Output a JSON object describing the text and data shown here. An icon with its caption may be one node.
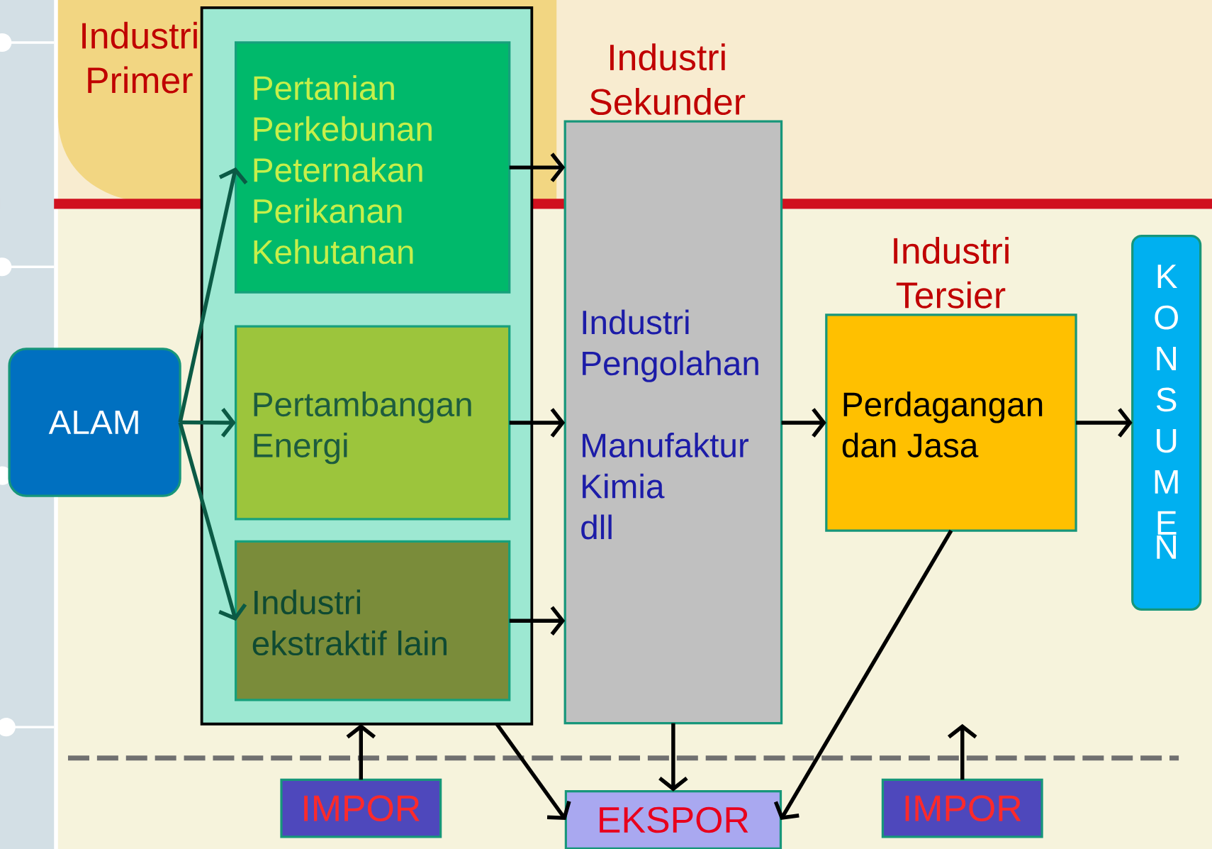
{
  "diagram": {
    "nodes": [
      {
        "text": [
          "Industri Primer"
        ]
      },
      {
        "text": [
          "Pertanian",
          "Perkebunan",
          "Peternakan",
          "Perikanan",
          "Kehutanan"
        ],
        "in": 0
      },
      {
        "text": [
          "Pertambangan",
          "Energi"
        ],
        "in": 0
      },
      {
        "text": [
          "Industri ekstraktif lain"
        ],
        "in": 0
      },
      {
        "text": [
          "Industri Sekunder",
          "Industri Pengolahan",
          "Manufaktur",
          "Kimia",
          "dll"
        ]
      },
      {
        "text": [
          "Industri Tersier",
          "Perdagangan dan Jasa"
        ]
      },
      {
        "text": [
          "ALAM"
        ]
      },
      {
        "text": [
          "KONSUMEN"
        ]
      },
      {
        "text": [
          "IMPOR"
        ]
      },
      {
        "text": [
          "EKSPOR"
        ]
      },
      {
        "text": [
          "IMPOR"
        ]
      }
    ],
    "edges": [
      {
        "from": 6,
        "to": 1,
        "arrow": "to",
        "color": "#0b5a45"
      },
      {
        "from": 6,
        "to": 2,
        "arrow": "to",
        "color": "#0b5a45"
      },
      {
        "from": 6,
        "to": 3,
        "arrow": "to",
        "color": "#0b5a45"
      },
      {
        "from": 1,
        "to": 4,
        "arrow": "to"
      },
      {
        "from": 2,
        "to": 4,
        "arrow": "to"
      },
      {
        "from": 3,
        "to": 4,
        "arrow": "to"
      },
      {
        "from": 4,
        "to": 5,
        "arrow": "to"
      },
      {
        "from": 5,
        "to": 7,
        "arrow": "to"
      },
      {
        "from": 8,
        "to": 0,
        "arrow": "to"
      },
      {
        "from": 0,
        "to": 9,
        "arrow": "to"
      },
      {
        "from": 4,
        "to": 9,
        "arrow": "to"
      },
      {
        "from": 5,
        "to": 9,
        "arrow": "to"
      },
      {
        "from": 10,
        "to": null,
        "arrow": "to"
      }
    ]
  }
}
